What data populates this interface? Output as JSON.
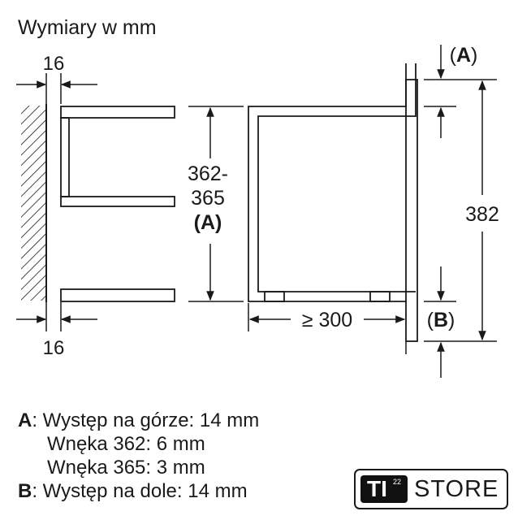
{
  "title": "Wymiary w mm",
  "dims": {
    "wall_offset_top": "16",
    "wall_offset_bottom": "16",
    "niche_height_line1": "362-",
    "niche_height_line2": "365",
    "niche_height_ref": "(A)",
    "depth": "≥ 300",
    "front_height": "382",
    "overhang_top_ref": "(A)",
    "overhang_bottom_ref": "(B)"
  },
  "legend": [
    {
      "key": "A",
      "text": ": Występ na górze: 14 mm"
    },
    {
      "key": "",
      "text": "Wnęka 362: 6 mm"
    },
    {
      "key": "",
      "text": "Wnęka 365: 3 mm"
    },
    {
      "key": "B",
      "text": ": Występ na dole: 14 mm"
    }
  ],
  "logo": {
    "brand": "TI",
    "superscript": "22",
    "store": "STORE"
  }
}
